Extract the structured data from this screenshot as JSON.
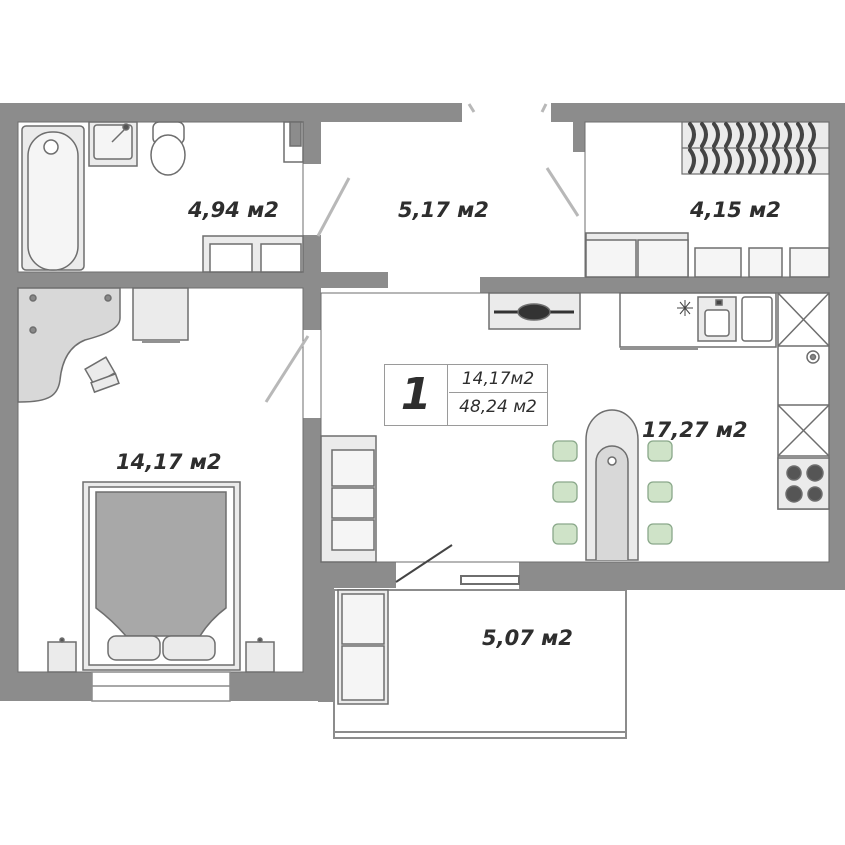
{
  "apartment": {
    "rooms": "1",
    "living_area": "14,17м2",
    "total_area": "48,24 м2"
  },
  "rooms": {
    "bathroom": "4,94 м2",
    "hallway": "5,17 м2",
    "wardrobe": "4,15 м2",
    "bedroom": "14,17 м2",
    "kitchen": "17,27 м2",
    "balcony": "5,07 м2"
  },
  "colors": {
    "wall": "#8c8c8c",
    "furniture_fill": "#ebebeb",
    "furniture_stroke": "#6e6e6e",
    "chair_fill": "#cfe3c8",
    "chair_stroke": "#8aa88a",
    "door_line": "#b8b8b8"
  }
}
